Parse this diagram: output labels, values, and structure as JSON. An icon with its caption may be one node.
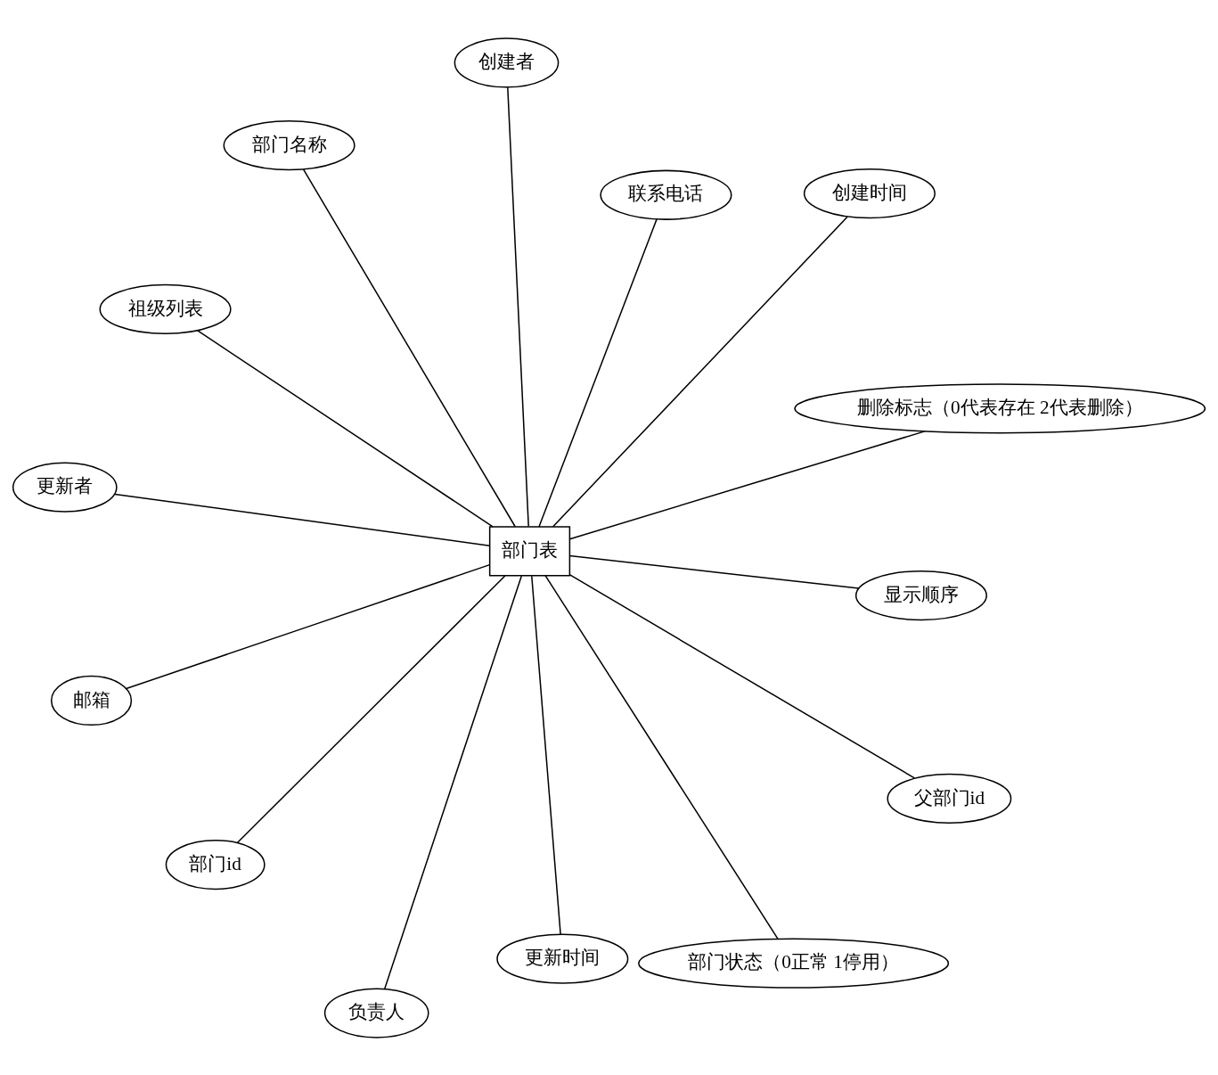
{
  "diagram": {
    "nodes": [
      {
        "text": [
          "部门表"
        ]
      },
      {
        "text": [
          "显示顺序"
        ]
      },
      {
        "text": [
          "负责人"
        ]
      },
      {
        "text": [
          "部门名称"
        ]
      },
      {
        "text": [
          "联系电话"
        ]
      },
      {
        "text": [
          "祖级列表"
        ]
      },
      {
        "text": [
          "邮箱"
        ]
      },
      {
        "text": [
          "父部门id"
        ]
      },
      {
        "text": [
          "部门id"
        ]
      },
      {
        "text": [
          "部门状态（0正常 1停用）"
        ]
      },
      {
        "text": [
          "更新时间"
        ]
      },
      {
        "text": [
          "更新者"
        ]
      },
      {
        "text": [
          "删除标志（0代表存在 2代表删除）"
        ]
      },
      {
        "text": [
          "创建时间"
        ]
      },
      {
        "text": [
          "创建者"
        ]
      }
    ],
    "edges": [
      {
        "from": 0,
        "to": 1,
        "arrow": "none"
      },
      {
        "from": 0,
        "to": 3,
        "arrow": "none"
      },
      {
        "from": 0,
        "to": 5,
        "arrow": "none"
      },
      {
        "from": 0,
        "to": 7,
        "arrow": "none"
      },
      {
        "from": 0,
        "to": 8,
        "arrow": "none"
      },
      {
        "from": 0,
        "to": 10,
        "arrow": "none"
      },
      {
        "from": 0,
        "to": 11,
        "arrow": "none"
      },
      {
        "from": 0,
        "to": 13,
        "arrow": "none"
      },
      {
        "from": 0,
        "to": 14,
        "arrow": "none"
      },
      {
        "from": 0,
        "to": 12,
        "arrow": "none"
      },
      {
        "from": 0,
        "to": 9,
        "arrow": "none"
      },
      {
        "from": 0,
        "to": 6,
        "arrow": "none"
      },
      {
        "from": 0,
        "to": 4,
        "arrow": "none"
      },
      {
        "from": 0,
        "to": 2,
        "arrow": "none"
      }
    ]
  }
}
